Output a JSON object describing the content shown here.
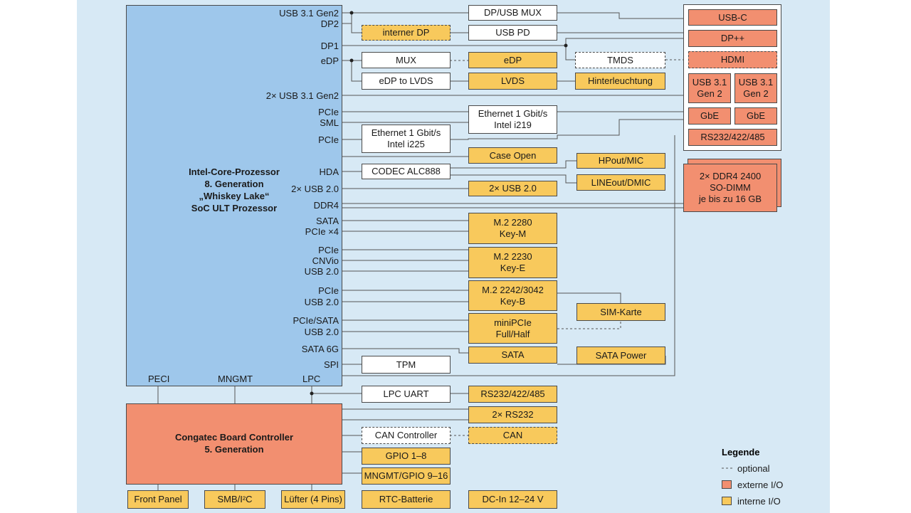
{
  "processor": {
    "title": "Intel-Core-Prozessor\n8. Generation\n„Whiskey Lake“\nSoC ULT Prozessor",
    "ports": {
      "usb31gen2": "USB 3.1 Gen2",
      "dp2": "DP2",
      "dp1": "DP1",
      "edp": "eDP",
      "usb31gen2_2x": "2× USB 3.1 Gen2",
      "pcie_a": "PCIe",
      "sml": "SML",
      "pcie_b": "PCIe",
      "hda": "HDA",
      "usb20_2x": "2× USB 2.0",
      "ddr4": "DDR4",
      "sata": "SATA",
      "pcie_x4": "PCIe ×4",
      "pcie_c": "PCIe",
      "cnvio": "CNVio",
      "usb20_a": "USB 2.0",
      "pcie_d": "PCIe",
      "usb20_b": "USB 2.0",
      "pcie_sata": "PCIe/SATA",
      "usb20_c": "USB 2.0",
      "sata6g": "SATA 6G",
      "spi": "SPI",
      "peci": "PECI",
      "mngmt": "MNGMT",
      "lpc": "LPC"
    }
  },
  "board_controller": {
    "title": "Congatec Board Controller\n5. Generation"
  },
  "boxes": {
    "dp_usb_mux": "DP/USB MUX",
    "interner_dp": "interner DP",
    "usb_pd": "USB PD",
    "mux": "MUX",
    "edp_int": "eDP",
    "tmds": "TMDS",
    "edp_lvds": "eDP to LVDS",
    "lvds": "LVDS",
    "hinterleuchtung": "Hinterleuchtung",
    "eth_i219": "Ethernet 1 Gbit/s\nIntel i219",
    "eth_i225": "Ethernet 1 Gbit/s\nIntel i225",
    "case_open": "Case Open",
    "codec": "CODEC ALC888",
    "hpout": "HPout/MIC",
    "lineout": "LINEout/DMIC",
    "usb20_int": "2× USB 2.0",
    "m2_2280": "M.2 2280\nKey-M",
    "m2_2230": "M.2 2230\nKey-E",
    "m2_2242": "M.2 2242/3042\nKey-B",
    "sim": "SIM-Karte",
    "minipcie": "miniPCIe\nFull/Half",
    "sata_int": "SATA",
    "sata_power": "SATA Power",
    "tpm": "TPM",
    "lpc_uart": "LPC UART",
    "rs232_422_485_int": "RS232/422/485",
    "rs232_2x": "2× RS232",
    "can_controller": "CAN Controller",
    "can": "CAN",
    "gpio": "GPIO 1–8",
    "mngmt_gpio": "MNGMT/GPIO 9–16",
    "front_panel": "Front Panel",
    "smb": "SMB/I²C",
    "luefter": "Lüfter (4 Pins)",
    "rtc": "RTC-Batterie",
    "dc_in": "DC-In 12–24 V"
  },
  "external": {
    "usbc": "USB-C",
    "dppp": "DP++",
    "hdmi": "HDMI",
    "usb31_a": "USB 3.1\nGen 2",
    "usb31_b": "USB 3.1\nGen 2",
    "gbe_a": "GbE",
    "gbe_b": "GbE",
    "rs232_ext": "RS232/422/485",
    "sodimm": "2× DDR4 2400\nSO-DIMM\nje bis  zu 16 GB"
  },
  "legend": {
    "title": "Legende",
    "optional": "optional",
    "extern": "externe I/O",
    "intern": "interne I/O"
  },
  "colors": {
    "background": "#d7e9f5",
    "processor": "#9ec7eb",
    "external_io": "#f28f70",
    "internal_io": "#f8c95c",
    "neutral_box": "#ffffff"
  }
}
